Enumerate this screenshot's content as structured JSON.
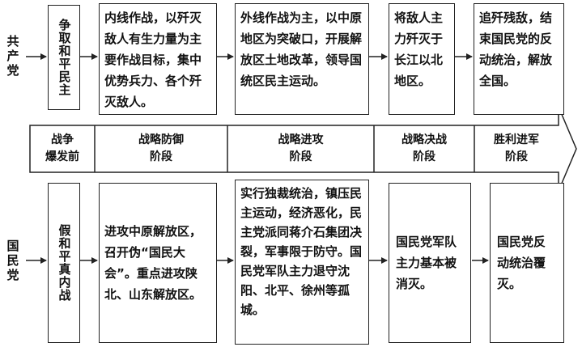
{
  "parties": {
    "cpc": "共产党",
    "kmt": "国民党"
  },
  "cpc_slogan": "争取和平民主",
  "kmt_slogan": "假和平真内战",
  "stages": [
    "战争\n爆发前",
    "战略防御\n阶段",
    "战略进攻\n阶段",
    "战略决战\n阶段",
    "胜利进军\n阶段"
  ],
  "cpc_boxes": [
    "内线作战，以歼灭敌人有生力量为主要作战目标，集中优势兵力、各个歼灭敌人。",
    "外线作战为主，以中原地区为突破口，开展解放区土地改革，领导国统区民主运动。",
    "将敌人主力歼灭于长江以北地区。",
    "追歼残敌，结束国民党的反动统治，解放全国。"
  ],
  "kmt_boxes": [
    "进攻中原解放区，召开伪“国民大会”。重点进攻陕北、山东解放区。",
    "实行独裁统治，镇压民主运动，经济恶化，民主党派同蒋介石集团决裂，军事限于防守。国民党军队主力退守沈阳、北平、徐州等孤城。",
    "国民党军队主力基本被消灭。",
    "国民党反动统治覆灭。"
  ]
}
